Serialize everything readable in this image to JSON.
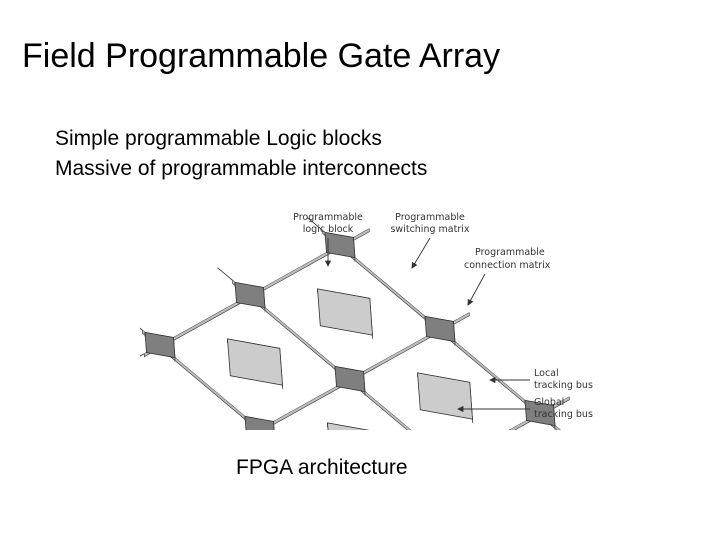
{
  "slide": {
    "title": "Field Programmable Gate Array",
    "bullets": [
      "Simple programmable Logic blocks",
      "Massive of programmable interconnects"
    ],
    "caption": "FPGA architecture"
  },
  "diagram": {
    "labels": {
      "logic_block": [
        "Programmable",
        "logic block"
      ],
      "switching_matrix": [
        "Programmable",
        "switching matrix"
      ],
      "connection_matrix": [
        "Programmable",
        "connection matrix"
      ],
      "local_bus": [
        "Local",
        "tracking bus"
      ],
      "global_bus": [
        "Global",
        "tracking bus"
      ]
    },
    "colors": {
      "bus": "#f4f4f4",
      "logic_block": "#cccccc",
      "matrix": "#7f7f7f",
      "outline": "#333333"
    }
  }
}
